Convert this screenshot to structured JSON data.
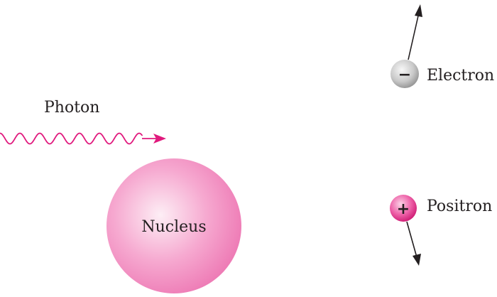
{
  "labels": {
    "photon": "Photon",
    "nucleus": "Nucleus",
    "electron": "Electron",
    "positron": "Positron"
  },
  "signs": {
    "electron": "−",
    "positron": "+"
  },
  "colors": {
    "photon_wave": "#e0197d",
    "nucleus_light": "#fbe0ee",
    "nucleus_dark": "#ef7fb8",
    "electron_light": "#f4f4f4",
    "electron_dark": "#9a9a9a",
    "positron_light": "#f7b8d8",
    "positron_dark": "#d81b7a",
    "arrow": "#231f20",
    "text": "#231f20"
  }
}
